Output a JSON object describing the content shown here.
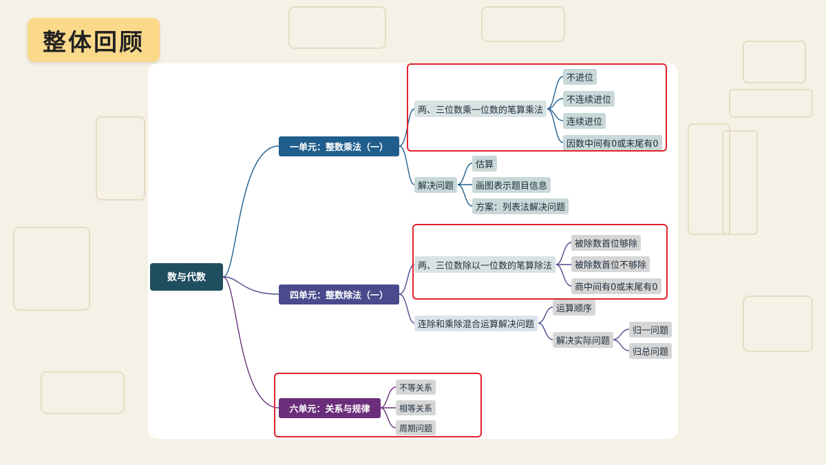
{
  "title": "整体回顾",
  "mindmap": {
    "root": "数与代数",
    "units": [
      {
        "label": "一单元：整数乘法（一）",
        "subs": [
          {
            "label": "两、三位数乘一位数的笔算乘法",
            "leaves": [
              "不进位",
              "不连续进位",
              "连续进位",
              "因数中间有0或末尾有0"
            ]
          },
          {
            "label": "解决问题",
            "leaves": [
              "估算",
              "画图表示题目信息",
              "方案：列表法解决问题"
            ]
          }
        ]
      },
      {
        "label": "四单元：整数除法（一）",
        "subs": [
          {
            "label": "两、三位数除以一位数的笔算除法",
            "leaves": [
              "被除数首位够除",
              "被除数首位不够除",
              "商中间有0或末尾有0"
            ]
          },
          {
            "label": "连除和乘除混合运算解决问题",
            "leaves": [
              "运算顺序",
              "解决实际问题"
            ],
            "subleaves": [
              "归一问题",
              "归总问题"
            ]
          }
        ]
      },
      {
        "label": "六单元：关系与规律",
        "leaves": [
          "不等关系",
          "相等关系",
          "周期问题"
        ]
      }
    ]
  },
  "colors": {
    "root": "#1f4e5f",
    "unit1": "#1f5d8c",
    "unit4": "#4a4a8c",
    "unit6": "#6b2e7a",
    "highlight": "#e0212b",
    "title_bg": "#fbd98a"
  }
}
